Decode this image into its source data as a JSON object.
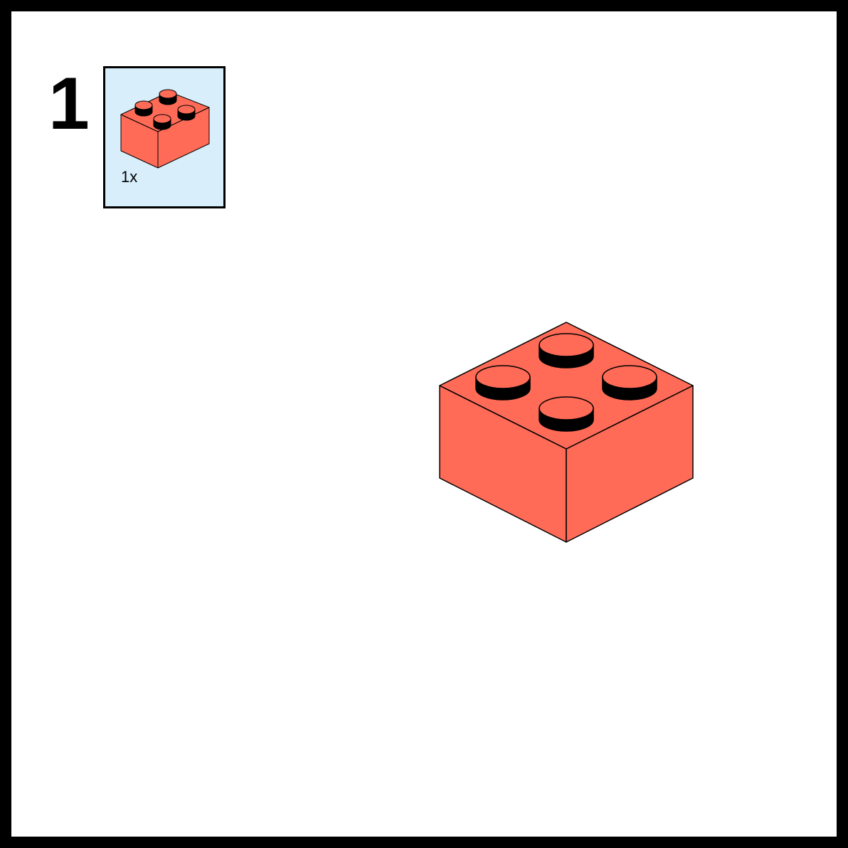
{
  "step": {
    "number": "1"
  },
  "parts_list": {
    "items": [
      {
        "part": "brick-2x2",
        "icon": "brick-2x2-icon",
        "quantity_label": "1x",
        "color": "#ff6b57"
      }
    ],
    "background_color": "#d8eefb"
  },
  "assembly": {
    "part": "brick-2x2",
    "color": "#ff6b57"
  }
}
